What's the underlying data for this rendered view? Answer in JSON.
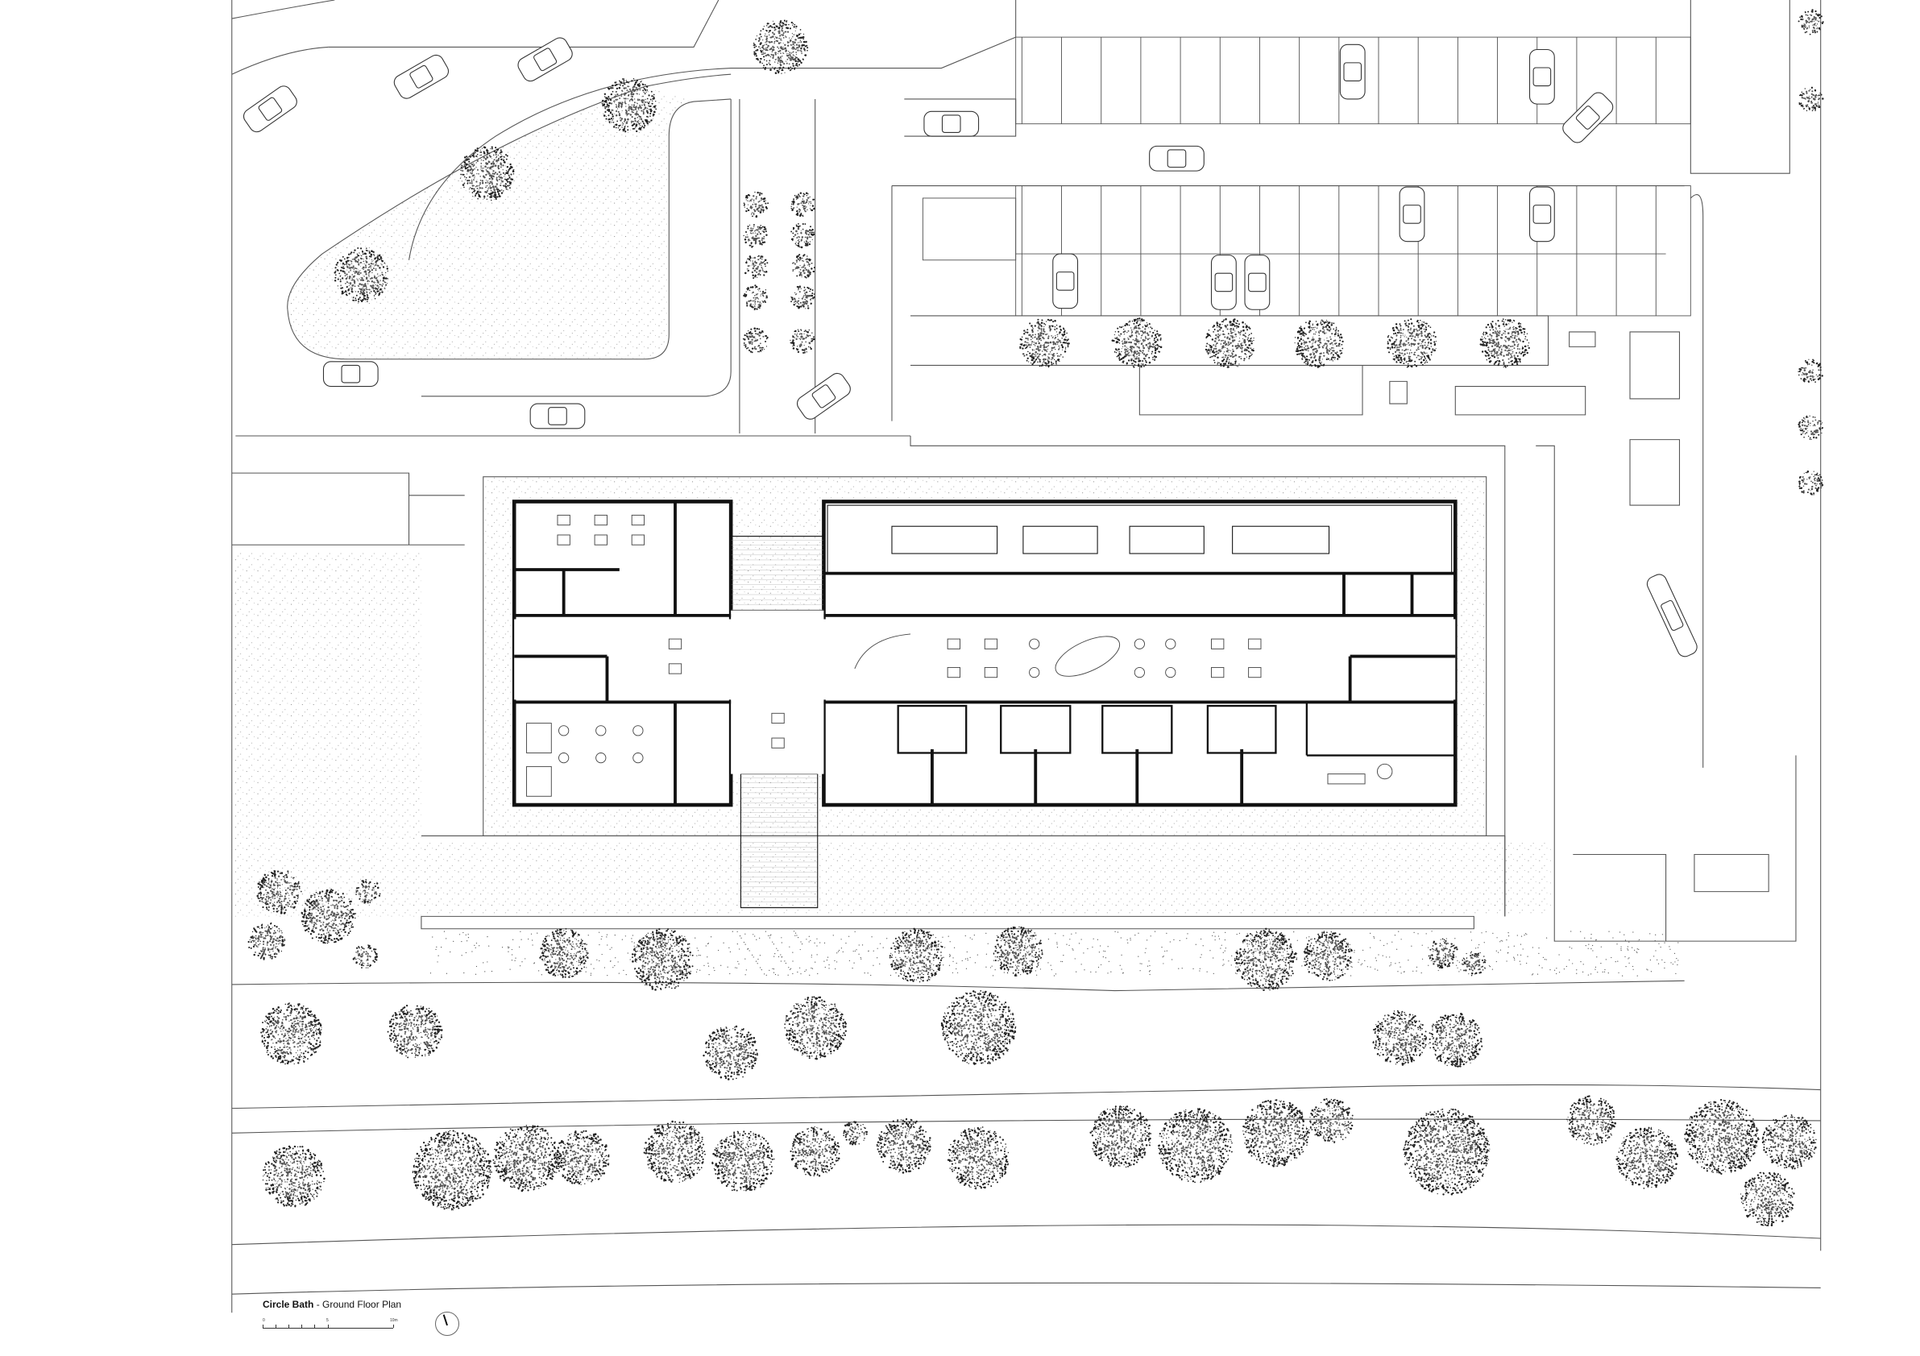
{
  "title_block": {
    "project": "Circle Bath",
    "separator": " - ",
    "drawing": "Ground Floor Plan",
    "scale_labels": [
      "0",
      "5",
      "10m"
    ]
  },
  "north_arrow": {
    "icon": "north-arrow-icon"
  }
}
